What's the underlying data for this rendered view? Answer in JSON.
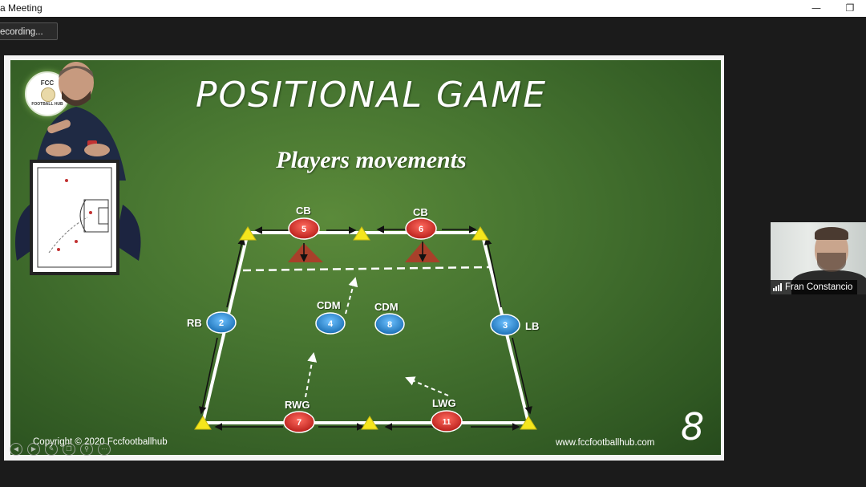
{
  "window": {
    "title": "a Meeting",
    "minimize_glyph": "—",
    "restore_glyph": "❐"
  },
  "recording": {
    "label": "ecording..."
  },
  "slide": {
    "title": "POSITIONAL GAME",
    "subtitle": "Players movements",
    "copyright": "Copyright © 2020 Fccfootballhub",
    "website": "www.fccfootballhub.com",
    "slide_number": "8",
    "logo": {
      "text_top": "FCC",
      "text_bottom": "FOOTBALL HUB"
    },
    "players": [
      {
        "position": "CB",
        "number": "5",
        "team": "red"
      },
      {
        "position": "CB",
        "number": "6",
        "team": "red"
      },
      {
        "position": "RB",
        "number": "2",
        "team": "blue"
      },
      {
        "position": "CDM",
        "number": "4",
        "team": "blue"
      },
      {
        "position": "CDM",
        "number": "8",
        "team": "blue"
      },
      {
        "position": "LB",
        "number": "3",
        "team": "blue"
      },
      {
        "position": "RWG",
        "number": "7",
        "team": "red"
      },
      {
        "position": "LWG",
        "number": "11",
        "team": "red"
      }
    ],
    "colors": {
      "red_disc": "#d8322c",
      "blue_disc": "#2e8fd6",
      "cone": "#f5e61c",
      "triangle_marker": "#a8402a",
      "field_line": "#ffffff"
    }
  },
  "participant": {
    "name": "Fran Constancio",
    "signal_icon": "signal-strength-icon"
  },
  "player_controls": [
    "back-icon",
    "play-icon",
    "pen-icon",
    "copy-icon",
    "zoom-icon",
    "more-icon"
  ]
}
